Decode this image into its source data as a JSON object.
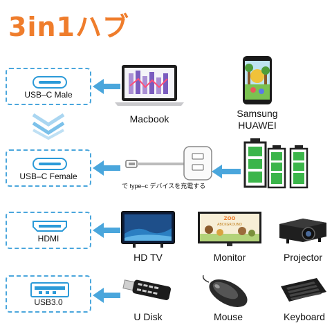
{
  "title": "3in1ハブ",
  "ports": [
    {
      "label": "USB–C Male"
    },
    {
      "label": "USB–C Female"
    },
    {
      "label": "HDMI"
    },
    {
      "label": "USB3.0"
    }
  ],
  "devices": {
    "macbook": "Macbook",
    "phone_line1": "Samsung",
    "phone_line2": "HUAWEI",
    "hdtv": "HD TV",
    "monitor": "Monitor",
    "projector": "Projector",
    "udisk": "U Disk",
    "mouse": "Mouse",
    "keyboard": "Keyboard"
  },
  "charge_note": "で type–c デバイスを充電する",
  "monitor_screen_text": "ZOO",
  "monitor_screen_sub": "ABCKGROUND",
  "colors": {
    "title": "#ef7d2c",
    "arrow": "#4aa6dc",
    "port_border": "#4aa6dc",
    "battery": "#3bb54a"
  }
}
